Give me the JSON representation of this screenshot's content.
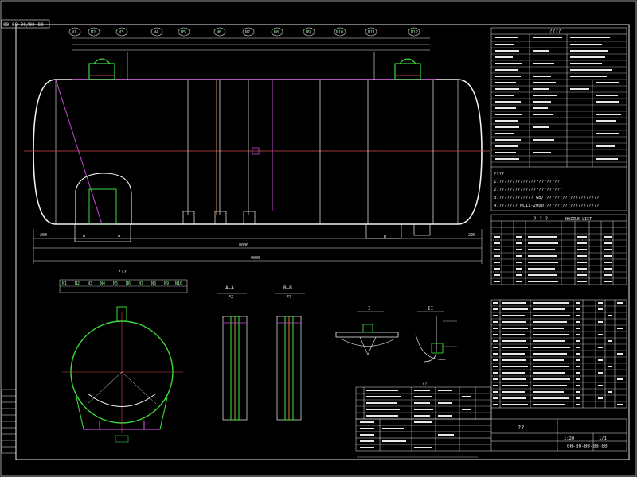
{
  "drawing": {
    "corner_stamp": "00-00-00/00-00",
    "view_title_left": "???",
    "section_a_title": "A—A",
    "section_a_scale": "F2",
    "section_b_title": "B—B",
    "section_b_scale": "F7",
    "detail_1": "I",
    "detail_2": "II",
    "nozzle_labels": [
      "N1",
      "N2",
      "N3",
      "N4",
      "N5",
      "N6",
      "N7",
      "N8",
      "N9",
      "N10"
    ],
    "notes": [
      "????",
      "1.???????????????????????",
      "2.????????????????????????",
      "3.????????????? GB/T????????????????????",
      "4.??????? MC11-2000 ????????????????????"
    ],
    "design_table_title": "????",
    "nozzle_table_title": "? ? ?",
    "nozzle_table_sub": "NOZZLE LIST",
    "parts_table_title": "??",
    "title_block": {
      "name": "??",
      "drawing_no": "00-00-00-00-00",
      "scale": "1:20",
      "sheet": "1/1"
    }
  }
}
